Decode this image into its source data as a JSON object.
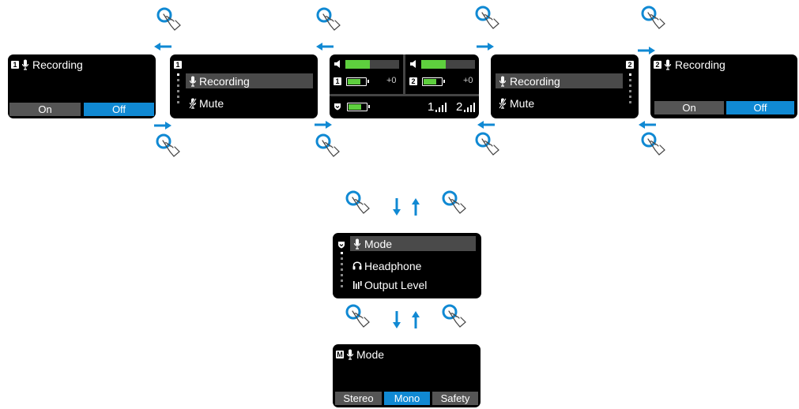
{
  "colors": {
    "accent": "#1089d3",
    "battery": "#5ecf3e",
    "highlight": "#4a4a4a",
    "screen": "#000000"
  },
  "screen_rec1": {
    "badge": "1",
    "title": "Recording",
    "on_label": "On",
    "off_label": "Off"
  },
  "screen_menu1": {
    "badge": "1",
    "item1": "Recording",
    "item2": "Mute"
  },
  "screen_home": {
    "ch1_badge": "1",
    "ch1_gain": "+0",
    "ch2_badge": "2",
    "ch2_gain": "+0",
    "rx1_label": "1",
    "rx2_label": "2",
    "level_fraction": 0.45,
    "battery_fraction": 0.75
  },
  "screen_menu2": {
    "badge": "2",
    "item1": "Recording",
    "item2": "Mute"
  },
  "screen_rec2": {
    "badge": "2",
    "title": "Recording",
    "on_label": "On",
    "off_label": "Off"
  },
  "screen_main_menu": {
    "item1": "Mode",
    "item2": "Headphone",
    "item3": "Output Level"
  },
  "screen_mode": {
    "badge": "M",
    "title": "Mode",
    "opt1": "Stereo",
    "opt2": "Mono",
    "opt3": "Safety"
  },
  "icons": [
    "tap-hand-icon",
    "arrow-left-icon",
    "arrow-right-icon",
    "arrow-up-icon",
    "arrow-down-icon",
    "microphone-icon",
    "mute-icon",
    "speaker-icon",
    "battery-icon",
    "signal-icon",
    "headphone-icon",
    "output-level-icon",
    "shield-icon"
  ]
}
